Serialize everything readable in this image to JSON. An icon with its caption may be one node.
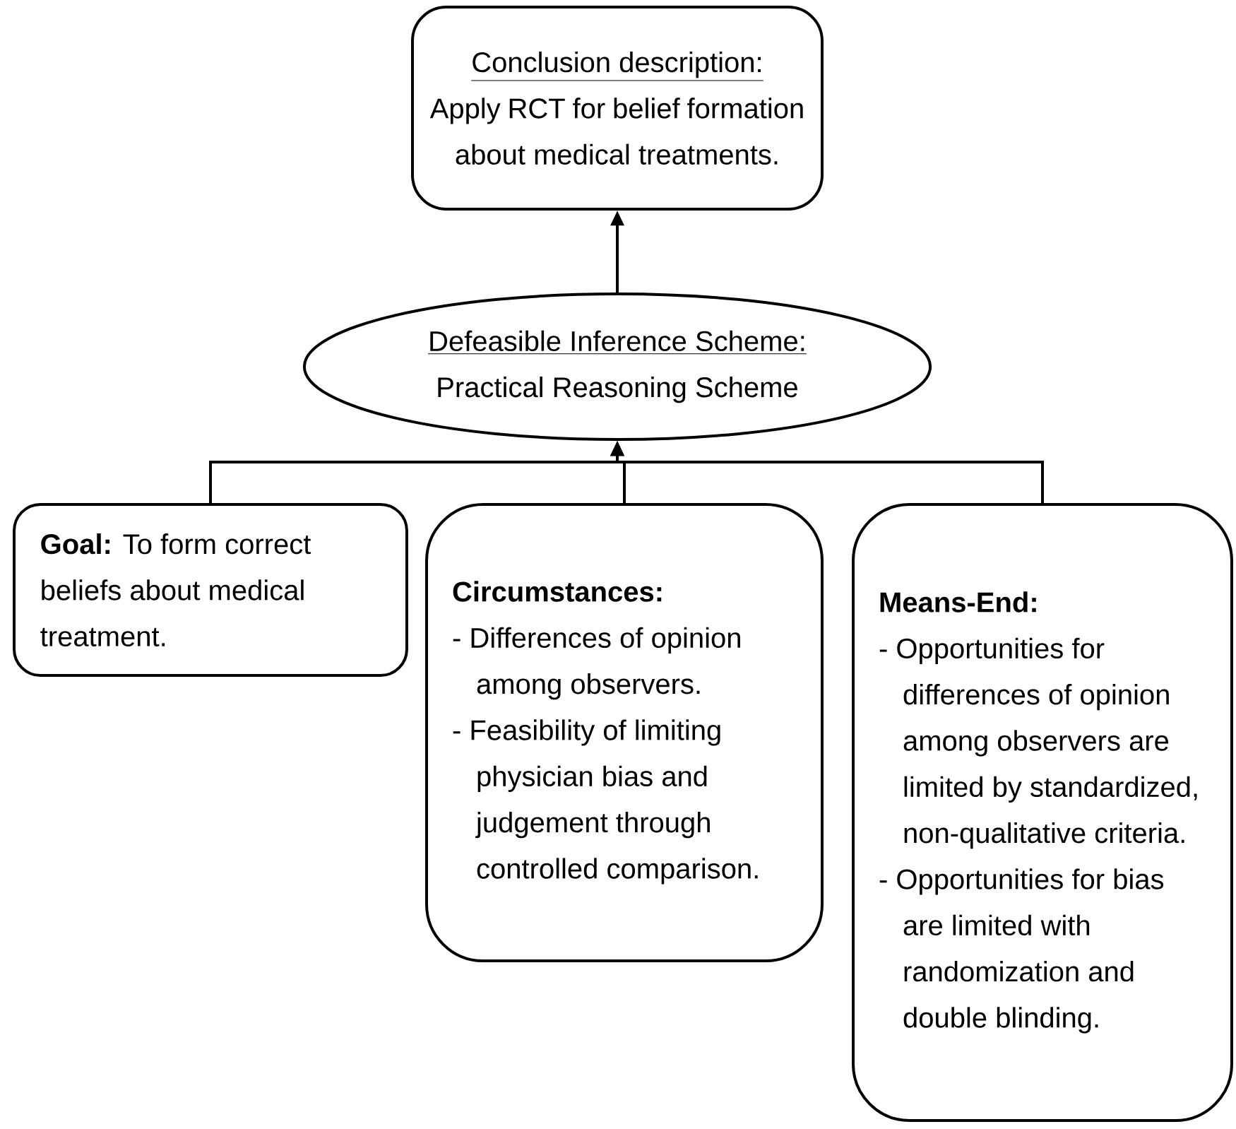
{
  "diagram": {
    "nodes": [
      {
        "text": [
          "Conclusion description:",
          "Apply RCT for belief formation about medical treatments."
        ]
      },
      {
        "text": [
          "Defeasible Inference Scheme:",
          "Practical Reasoning Scheme"
        ]
      },
      {
        "text": [
          "**Goal:** To form correct beliefs about medical treatment."
        ]
      },
      {
        "text": [
          "Circumstances:",
          "- Differences of opinion among observers.",
          "- Feasibility of limiting physician bias and judgement through controlled comparison."
        ]
      },
      {
        "text": [
          "Means-End:",
          "- Opportunities for differences of opinion among observers are limited by standardized, non-qualitative criteria.",
          "- Opportunities for bias are limited with randomization and double blinding."
        ]
      }
    ],
    "edges": [
      {
        "from": 1,
        "to": 0,
        "arrow": "to"
      },
      {
        "from": 2,
        "to": 1,
        "arrow": "to"
      },
      {
        "from": 3,
        "to": 1,
        "arrow": "to"
      },
      {
        "from": 4,
        "to": 1,
        "arrow": "to"
      }
    ]
  }
}
